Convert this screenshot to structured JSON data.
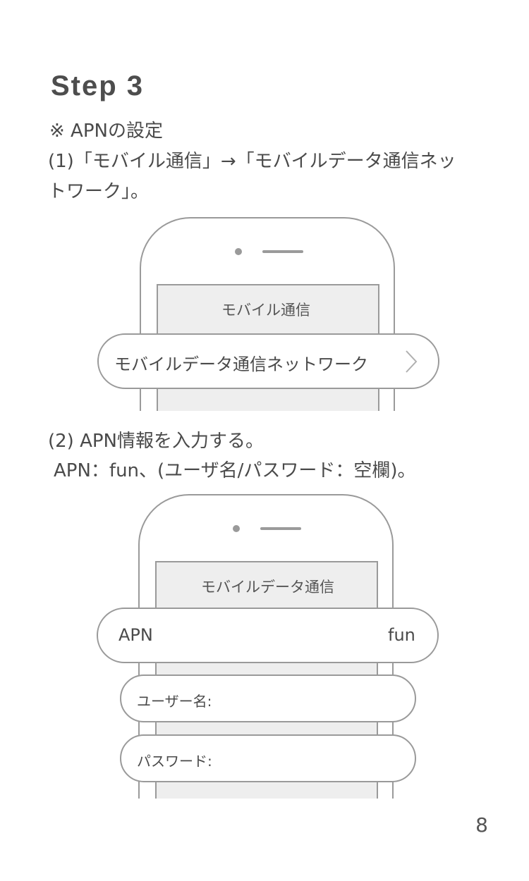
{
  "step": {
    "title": "Step 3"
  },
  "note": "※ APNの設定",
  "instruction1": {
    "line1": "(1)「モバイル通信」→「モバイルデータ通信ネッ",
    "line2": "トワーク」。"
  },
  "figure1": {
    "screen_title": "モバイル通信",
    "item_label": "モバイルデータ通信ネットワーク",
    "item_icon": "chevron-right-icon"
  },
  "instruction2": {
    "line1": "(2) APN情報を入力する。",
    "line2": "APN：fun、(ユーザ名/パスワード：空欄)。"
  },
  "figure2": {
    "screen_title": "モバイルデータ通信",
    "apn_label": "APN",
    "apn_value": "fun",
    "username_label": "ユーザー名:",
    "password_label": "パスワード:"
  },
  "page_number": "8"
}
